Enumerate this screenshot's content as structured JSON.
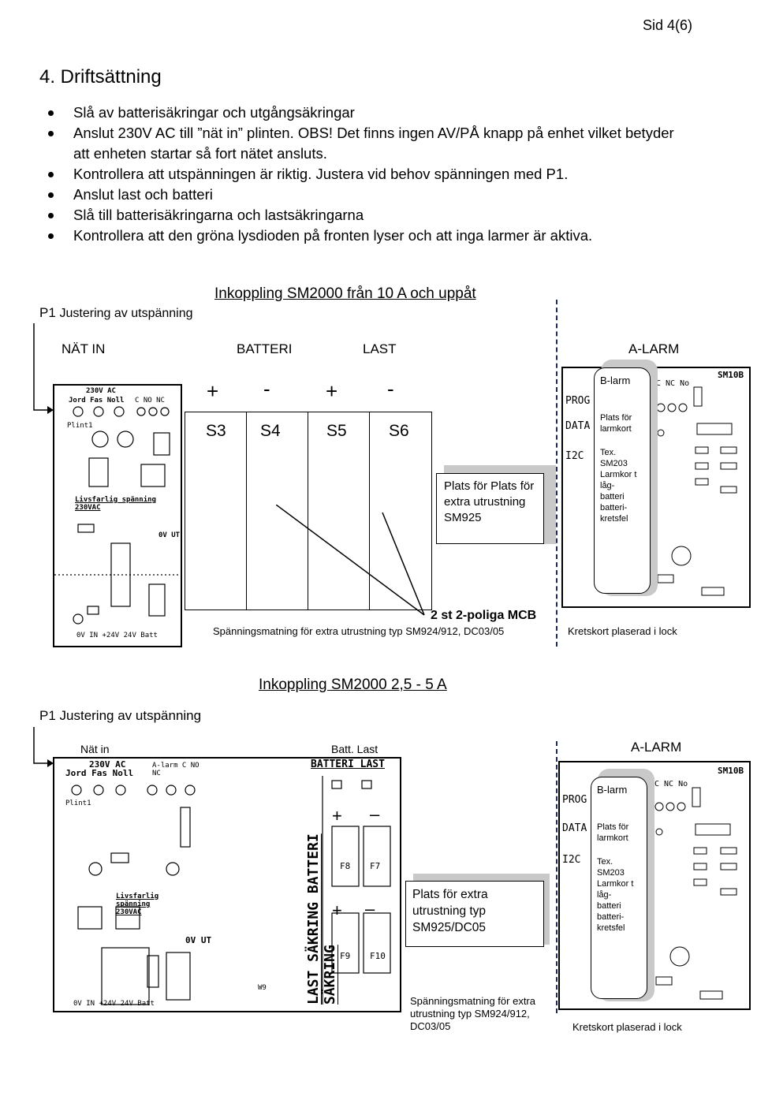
{
  "page_number": "Sid 4(6)",
  "heading": "4. Driftsättning",
  "bullets": [
    "Slå av batterisäkringar och utgångsäkringar",
    "Anslut 230V AC till ”nät in” plinten. OBS! Det finns ingen AV/PÅ knapp på enhet vilket betyder att enheten startar så fort nätet ansluts.",
    "Kontrollera att utspänningen är riktig. Justera vid behov spänningen med P1.",
    "Anslut last och batteri",
    "Slå till batterisäkringarna och lastsäkringarna",
    "Kontrollera att den gröna lysdioden på fronten lyser och att inga larmer är aktiva."
  ],
  "diagram1": {
    "p1_label": "P1",
    "p1_text": "Justering av utspänning",
    "title": "Inkoppling SM2000 från 10 A och uppåt",
    "nat_in": "NÄT IN",
    "batteri": "BATTERI",
    "last": "LAST",
    "alarm": "A-LARM",
    "signs": [
      "+",
      "-",
      "+",
      "-"
    ],
    "switches": [
      "S3",
      "S4",
      "S5",
      "S6"
    ],
    "extra_box": "Plats för Plats för extra utrustning SM925",
    "mcb": "2 st 2-poliga MCB",
    "supply_note": "Spänningsmatning för extra utrustning typ SM924/912, DC03/05",
    "lock_note": "Kretskort plaserad i lock",
    "alarm_card": {
      "b_larm": "B-larm",
      "plats": "Plats för larmkort",
      "tex": "Tex. SM203 Larmkor t låg- batteri batteri- kretsfel",
      "prog": "PROG",
      "data": "DATA",
      "i2c": "I2C",
      "sm": "SM10B",
      "c_nc_no": "C NC No"
    },
    "board_text": {
      "ac": "230V AC",
      "jord_fas_noll": "Jord Fas Noll",
      "c_no_nc": "C NO NC",
      "plint": "Plint1",
      "warning": "Livsfarlig spänning 230VAC",
      "ov_ut": "0V UT",
      "bottom": "0V IN  +24V  24V Batt"
    }
  },
  "diagram2": {
    "title": "Inkoppling SM2000  2,5 - 5 A",
    "p1_text": "P1 Justering av utspänning",
    "nat_in": "Nät in",
    "batt_last": "Batt.  Last",
    "alarm": "A-LARM",
    "extra_box": "Plats för extra utrustning typ SM925/DC05",
    "supply_note": "Spänningsmatning för extra utrustning typ SM924/912, DC03/05",
    "lock_note": "Kretskort plaserad i lock",
    "vertical_text": "LAST SÄKRING BATTERI SÄKRING",
    "batteri_last": "BATTERI LAST",
    "fuses": [
      "F8",
      "F7",
      "F9",
      "F10"
    ],
    "pm": [
      "+",
      "–",
      "+",
      "–"
    ],
    "alarm_card": {
      "b_larm": "B-larm",
      "plats": "Plats för larmkort",
      "tex": "Tex. SM203 Larmkor t låg- batteri batteri- kretsfel",
      "prog": "PROG",
      "data": "DATA",
      "i2c": "I2C",
      "sm": "SM10B",
      "c_nc_no": "C NC No"
    },
    "board_text": {
      "ac": "230V AC",
      "jord_fas_noll": "Jord Fas Noll",
      "alarm_c": "A-larm C NO NC",
      "plint": "Plint1",
      "warning": "Livsfarlig spänning 230VAC",
      "ov_ut": "0V UT",
      "bottom": "0V IN  +24V  24V Batt",
      "w9": "W9"
    }
  }
}
